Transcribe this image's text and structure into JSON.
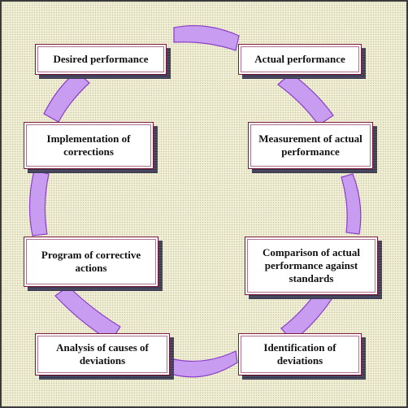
{
  "colors": {
    "background": "#f1efd5",
    "arc_fill": "#c89cf0",
    "arc_stroke": "#8a3fc8",
    "box_border": "#7a1a3a",
    "box_shadow": "#3c3c52"
  },
  "nodes": {
    "desired_performance": "Desired performance",
    "actual_performance": "Actual performance",
    "measurement": "Measurement  of actual performance",
    "comparison": "Comparison  of actual performance  against standards",
    "identification": "Identification  of deviations",
    "analysis": "Analysis  of causes of deviations",
    "program": "Program  of corrective actions",
    "implementation": "Implementation  of corrections"
  }
}
